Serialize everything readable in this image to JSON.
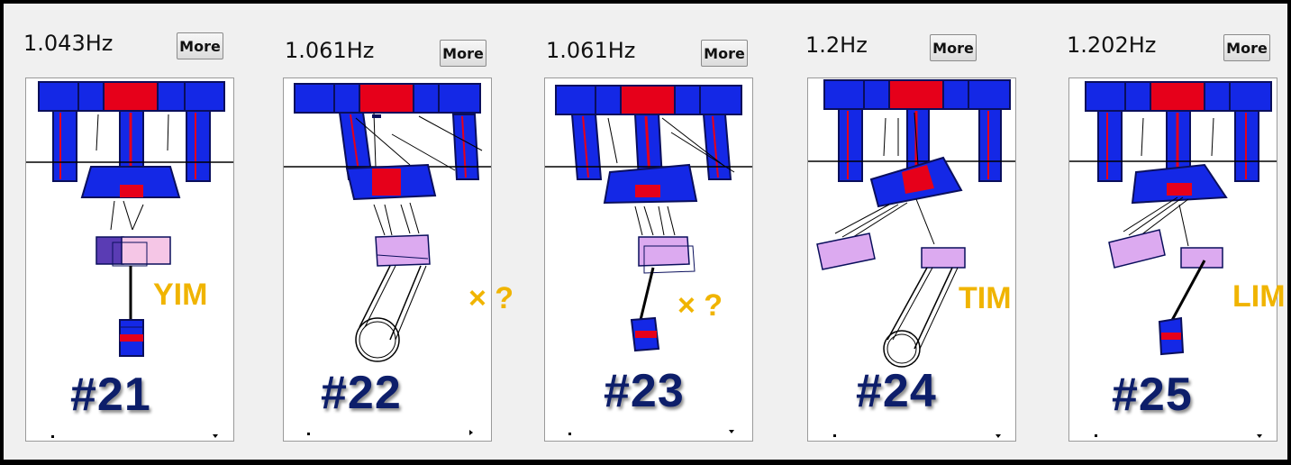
{
  "panels": [
    {
      "freq": "1.043Hz",
      "more_label": "More",
      "annotation": "YIM",
      "number": "#21"
    },
    {
      "freq": "1.061Hz",
      "more_label": "More",
      "annotation": "× ?",
      "number": "#22"
    },
    {
      "freq": "1.061Hz",
      "more_label": "More",
      "annotation": "× ?",
      "number": "#23"
    },
    {
      "freq": "1.2Hz",
      "more_label": "More",
      "annotation": "TIM",
      "number": "#24"
    },
    {
      "freq": "1.202Hz",
      "more_label": "More",
      "annotation": "LIM",
      "number": "#25"
    }
  ],
  "colors": {
    "blue": "#1428e6",
    "red": "#e6001a",
    "navy": "#0a0f5c",
    "pink": "#f5c6e6",
    "lavender": "#dcaaf0",
    "purple": "#5a3cb4",
    "annotation": "#f0b400",
    "number": "#0d1e6a"
  }
}
